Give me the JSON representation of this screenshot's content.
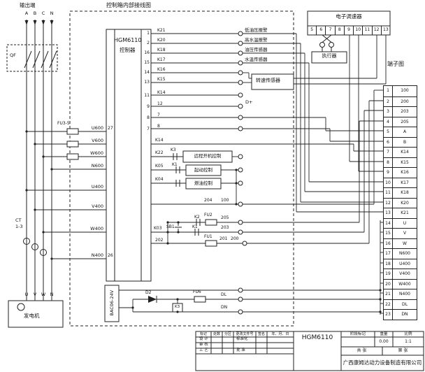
{
  "diagram": {
    "output_terminal_label": "输出端",
    "phase_labels": [
      "A",
      "B",
      "C",
      "N"
    ],
    "qf_label": "QF",
    "fuse_group_label": "FU3-5",
    "ct_label": "CT",
    "ct_range": "1-3",
    "generator_label": "发电机",
    "generator_phases": [
      "U",
      "V",
      "W",
      "N"
    ],
    "box_title": "控制箱内部接线图",
    "controller": {
      "name": "HGM6110",
      "type_label": "控制器",
      "right_pins_top": [
        {
          "num": "1",
          "label": "K21"
        },
        {
          "num": "2",
          "label": "K20"
        },
        {
          "num": "16",
          "label": "K18"
        },
        {
          "num": "15",
          "label": "K17"
        },
        {
          "num": "14",
          "label": "K16"
        },
        {
          "num": "13",
          "label": "K15"
        }
      ],
      "right_pins_mid": [
        {
          "num": "11",
          "label": "K14"
        },
        {
          "num": "9",
          "label": "12"
        },
        {
          "num": "8",
          "label": "7"
        },
        {
          "num": "7",
          "label": "8"
        }
      ],
      "left_pins": [
        {
          "num": "27",
          "label": "U600"
        },
        {
          "num": "",
          "label": "V600"
        },
        {
          "num": "",
          "label": "W600"
        },
        {
          "num": "",
          "label": "N600"
        },
        {
          "num": "",
          "label": "U400"
        },
        {
          "num": "",
          "label": "V400"
        },
        {
          "num": "",
          "label": "W400"
        },
        {
          "num": "26",
          "label": "N400"
        }
      ],
      "lower_right": {
        "k14": "K14",
        "k22": "K22",
        "k05": "K05",
        "k04": "K04",
        "k03": "K03",
        "k3": "K3",
        "k1_a": "K1",
        "k1_b": "K1",
        "k2": "K2",
        "sb1": "SB1",
        "fu2": "FU2",
        "fu1": "FU1",
        "wire_204": "204",
        "wire_100": "100",
        "wire_202": "202",
        "wire_205": "205",
        "wire_203": "203",
        "wire_201": "201",
        "wire_200": "200",
        "remote_start": "远程开机控制",
        "start_control": "起动控制",
        "fuel_control": "燃油控制"
      }
    },
    "outputs": {
      "low_oil_alarm": "低油压报警",
      "high_water_alarm": "高水温报警",
      "oil_sensor": "油压传感器",
      "water_sensor": "水温传感器",
      "speed_sensor": "转速传感器",
      "dplus": "D+"
    },
    "governor": {
      "title": "电子调速器",
      "cells": [
        "5",
        "6",
        "7",
        "8",
        "9",
        "10",
        "11",
        "12",
        "13"
      ],
      "actuator": "执行器"
    },
    "battery": {
      "label": "BAC06-24V",
      "d2": "D2",
      "k3": "K3",
      "fu6": "FU6",
      "dl": "DL",
      "dn": "DN"
    },
    "terminal_table": {
      "title": "端子图",
      "rows": [
        {
          "num": "1",
          "label": "100"
        },
        {
          "num": "2",
          "label": "200"
        },
        {
          "num": "3",
          "label": "203"
        },
        {
          "num": "4",
          "label": "205"
        },
        {
          "num": "5",
          "label": "A"
        },
        {
          "num": "6",
          "label": "B"
        },
        {
          "num": "7",
          "label": "K14"
        },
        {
          "num": "8",
          "label": "K15"
        },
        {
          "num": "9",
          "label": "K16"
        },
        {
          "num": "10",
          "label": "K17"
        },
        {
          "num": "11",
          "label": "K18"
        },
        {
          "num": "12",
          "label": "K20"
        },
        {
          "num": "13",
          "label": "K21"
        },
        {
          "num": "14",
          "label": "U"
        },
        {
          "num": "15",
          "label": "V"
        },
        {
          "num": "16",
          "label": "W"
        },
        {
          "num": "17",
          "label": "N600"
        },
        {
          "num": "18",
          "label": "U400"
        },
        {
          "num": "19",
          "label": "V400"
        },
        {
          "num": "20",
          "label": "W400"
        },
        {
          "num": "21",
          "label": "N400"
        },
        {
          "num": "22",
          "label": "DL"
        },
        {
          "num": "23",
          "label": "DN"
        }
      ]
    }
  },
  "title_block": {
    "header_cells": [
      "标记",
      "处数",
      "分区",
      "更改文件号",
      "签名",
      "年、月、日"
    ],
    "row_design": "设 计",
    "row_standard": "标准化",
    "row_check": "审 核",
    "row_process": "工 艺",
    "row_approve": "批 准",
    "model": "HGM6110",
    "stage_label": "阶段标记",
    "weight_label": "重量",
    "scale_label": "比例",
    "weight_value": "0.00",
    "scale_value": "1:1",
    "sheet_total": "共  张",
    "sheet_no": "第  张",
    "company": "广西康姆达动力设备制造有限公司"
  }
}
